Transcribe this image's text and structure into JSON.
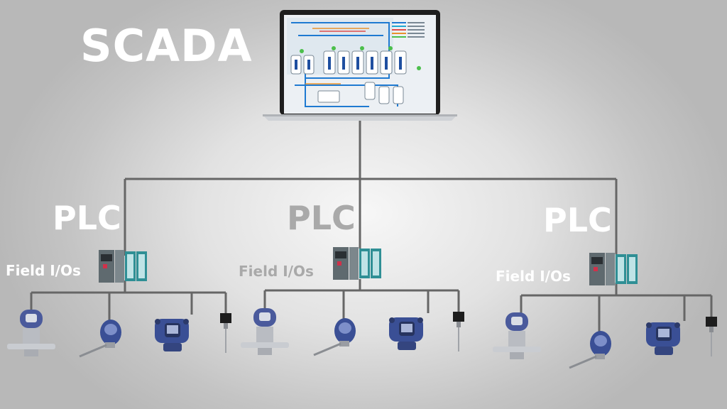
{
  "title": "SCADA",
  "plc_groups": [
    {
      "plc_label": "PLC",
      "io_label": "Field I/Os",
      "dimmed": false
    },
    {
      "plc_label": "PLC",
      "io_label": "Field I/Os",
      "dimmed": true
    },
    {
      "plc_label": "PLC",
      "io_label": "Field I/Os",
      "dimmed": false
    }
  ],
  "colors": {
    "line": "#666666",
    "label_white": "#ffffff",
    "label_dim": "#a9a9a9",
    "device_blue": "#3a4f95",
    "plc_body": "#5f6a6f",
    "plc_module": "#2f8f95"
  },
  "icons": [
    "laptop-icon",
    "plc-rack-icon",
    "pressure-transmitter-icon",
    "temperature-sensor-icon",
    "transmitter-icon",
    "probe-sensor-icon"
  ]
}
